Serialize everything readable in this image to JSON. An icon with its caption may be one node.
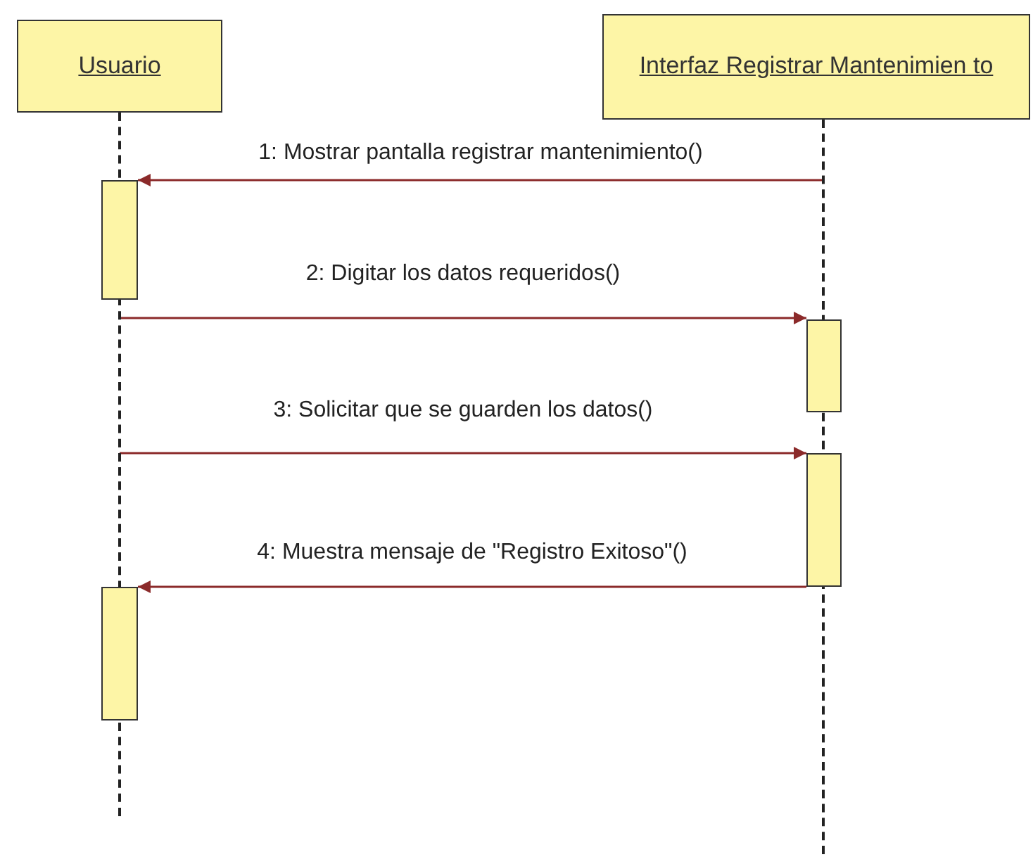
{
  "diagram": {
    "nodes": [
      {
        "text": [
          "Usuario"
        ]
      },
      {
        "text": [
          "Interfaz Registrar Mantenimien to"
        ]
      },
      {
        "text": [],
        "shape": "line"
      },
      {
        "text": [],
        "shape": "line"
      },
      {
        "text": [],
        "shape": "bar"
      },
      {
        "text": [],
        "shape": "bar"
      },
      {
        "text": [],
        "shape": "bar"
      },
      {
        "text": [],
        "shape": "bar"
      }
    ],
    "edges": [
      {
        "from": 3,
        "to": 4,
        "arrow": "to",
        "label": "1: Mostrar pantalla registrar mantenimiento()"
      },
      {
        "from": 2,
        "to": 5,
        "arrow": "to",
        "label": "2: Digitar los datos requeridos()"
      },
      {
        "from": 2,
        "to": 6,
        "arrow": "to",
        "label": "3: Solicitar que se guarden los datos()"
      },
      {
        "from": 6,
        "to": 7,
        "arrow": "to",
        "label": "4: Muestra mensaje de \"Registro Exitoso\"()"
      }
    ]
  }
}
